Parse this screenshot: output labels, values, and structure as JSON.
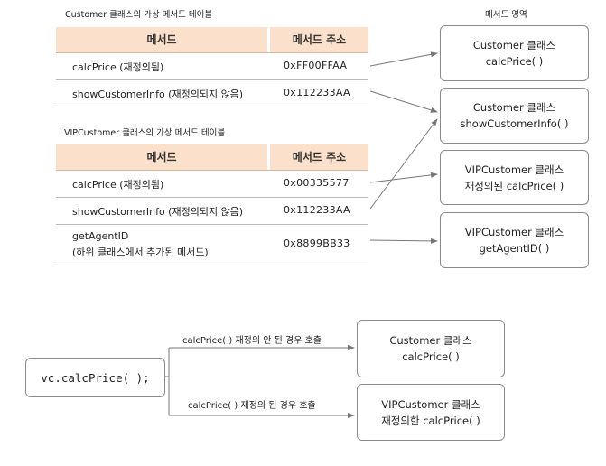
{
  "section_titles": {
    "customer_vtable": "Customer 클래스의 가상 메서드 테이블",
    "vip_vtable": "VIPCustomer 클래스의 가상 메서드 테이블",
    "method_area": "메서드 영역"
  },
  "customer_table": {
    "headers": [
      "메서드",
      "메서드 주소"
    ],
    "rows": [
      {
        "method": "calcPrice (재정의됨)",
        "address": "0xFF00FFAA"
      },
      {
        "method": "showCustomerInfo (재정의되지 않음)",
        "address": "0x112233AA"
      }
    ]
  },
  "vip_table": {
    "headers": [
      "메서드",
      "메서드 주소"
    ],
    "rows": [
      {
        "method": "calcPrice (재정의됨)",
        "address": "0x00335577"
      },
      {
        "method": "showCustomerInfo (재정의되지 않음)",
        "address": "0x112233AA"
      },
      {
        "method_line1": "getAgentID",
        "method_line2": "(하위 클래스에서 추가된 메서드)",
        "address": "0x8899BB33"
      }
    ]
  },
  "method_area_boxes": [
    {
      "line1": "Customer 클래스",
      "line2": "calcPrice( )"
    },
    {
      "line1": "Customer 클래스",
      "line2": "showCustomerInfo( )"
    },
    {
      "line1": "VIPCustomer 클래스",
      "line2": "재정의된 calcPrice( )"
    },
    {
      "line1": "VIPCustomer 클래스",
      "line2": "getAgentID( )"
    }
  ],
  "call_diagram": {
    "code": "vc.calcPrice( );",
    "arrow_top_label": "calcPrice( ) 재정의 안 된 경우 호출",
    "arrow_bottom_label": "calcPrice( ) 재정의 된 경우 호출",
    "top_target": {
      "line1": "Customer 클래스",
      "line2": "calcPrice( )"
    },
    "bottom_target": {
      "line1": "VIPCustomer 클래스",
      "line2": "재정의한 calcPrice( )"
    }
  }
}
